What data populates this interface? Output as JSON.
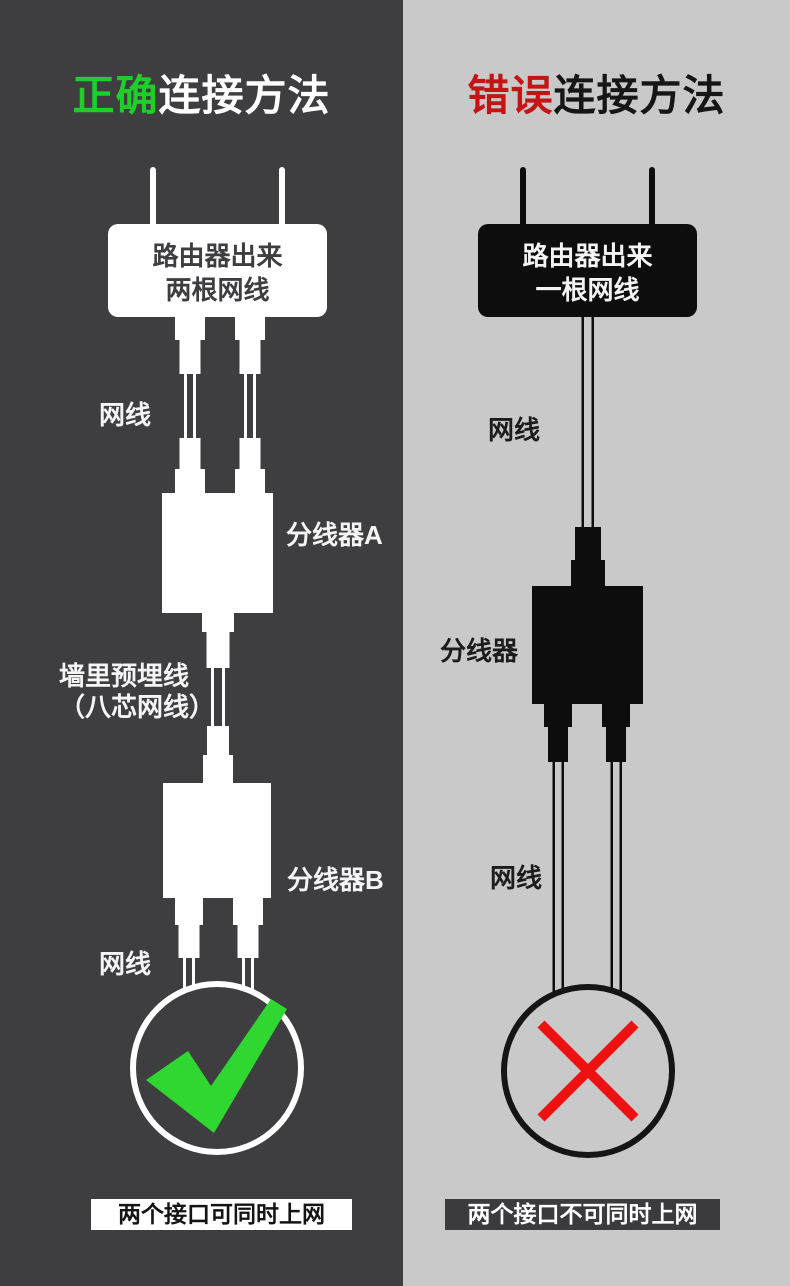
{
  "colors": {
    "left_background": "#3e3e40",
    "right_background": "#c9c9ca",
    "device_white": "#ffffff",
    "device_black": "#0d0d0d",
    "title_green": "#1ecf2a",
    "title_red": "#c51414",
    "check_green": "#2fd730",
    "cross_red": "#ef1111"
  },
  "left": {
    "title_highlight": "正确",
    "title_rest": "连接方法",
    "router_line1": "路由器出来",
    "router_line2": "两根网线",
    "label_cable_top": "网线",
    "label_splitter_a": "分线器A",
    "label_wall_line1": "墙里预埋线",
    "label_wall_line2": "（八芯网线）",
    "label_splitter_b": "分线器B",
    "label_cable_bottom": "网线",
    "result_icon": "check-mark",
    "badge": "两个接口可同时上网"
  },
  "right": {
    "title_highlight": "错误",
    "title_rest": "连接方法",
    "router_line1": "路由器出来",
    "router_line2": "一根网线",
    "label_cable_top": "网线",
    "label_splitter": "分线器",
    "label_cable_bottom": "网线",
    "result_icon": "cross-mark",
    "badge": "两个接口不可同时上网"
  }
}
